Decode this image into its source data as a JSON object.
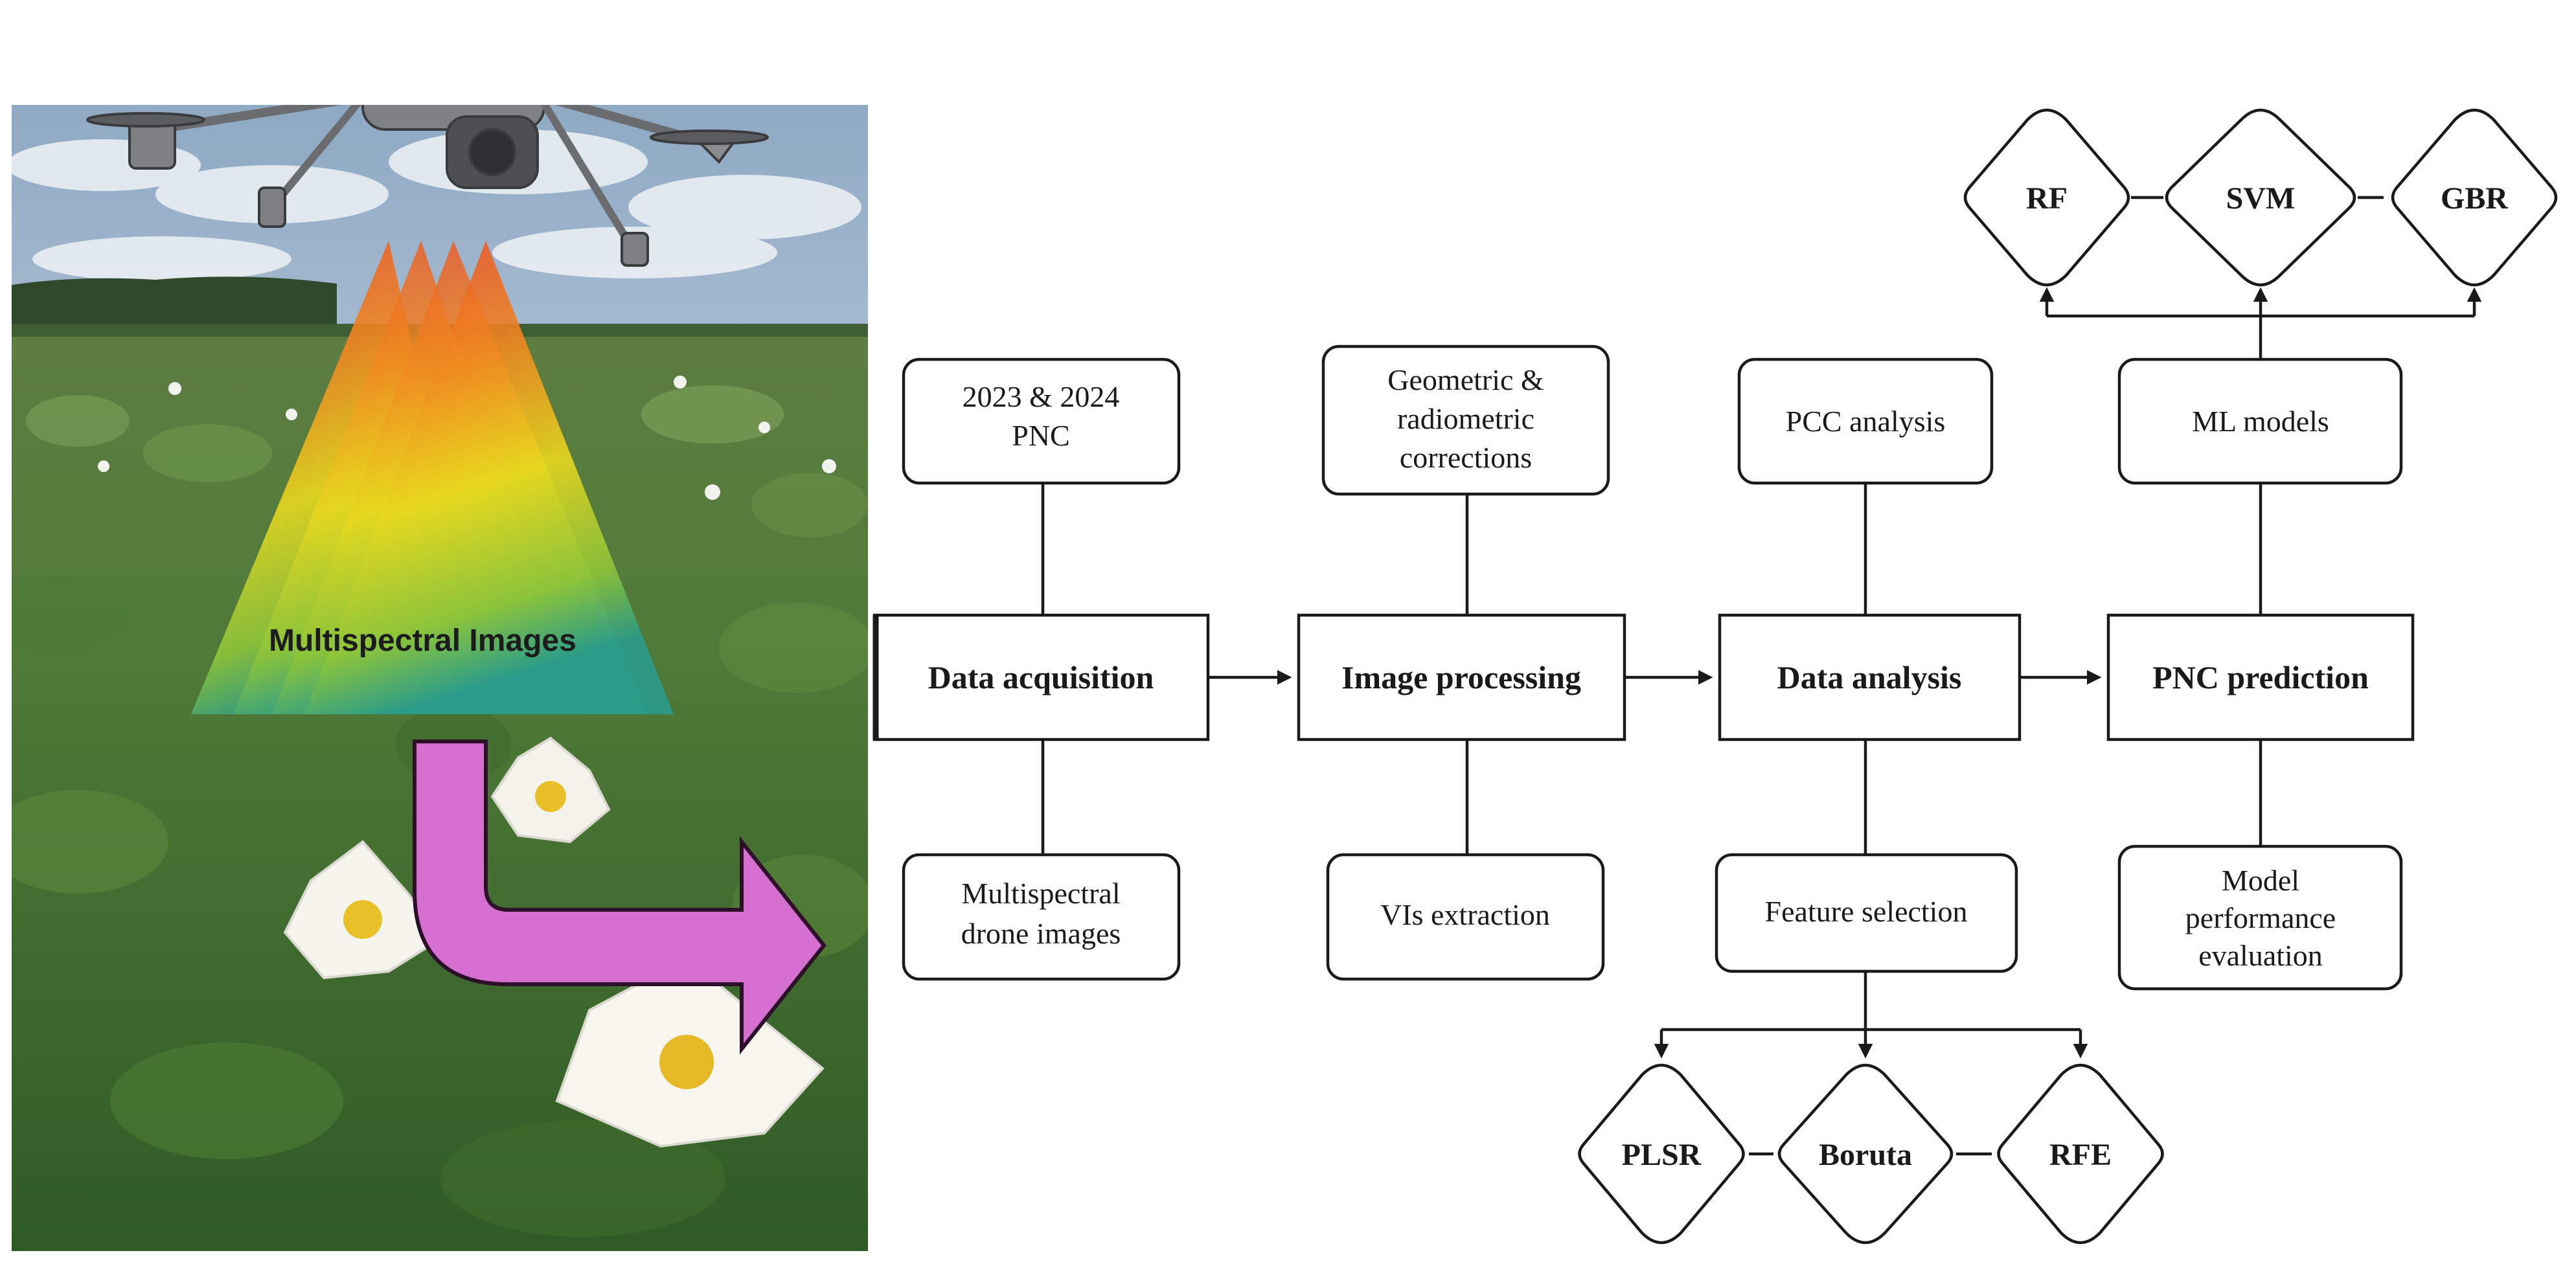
{
  "photo": {
    "scene": "drone-over-potato-field",
    "overlay_label": "Multispectral Images"
  },
  "flow": {
    "main": [
      {
        "id": "acq",
        "label": "Data acquisition"
      },
      {
        "id": "proc",
        "label": "Image processing"
      },
      {
        "id": "anal",
        "label": "Data analysis"
      },
      {
        "id": "pred",
        "label": "PNC prediction"
      }
    ],
    "top": [
      {
        "id": "t_acq",
        "lines": [
          "2023 & 2024",
          "PNC"
        ]
      },
      {
        "id": "t_proc",
        "lines": [
          "Geometric &",
          "radiometric",
          "corrections"
        ]
      },
      {
        "id": "t_anal",
        "lines": [
          "PCC analysis"
        ]
      },
      {
        "id": "t_pred",
        "lines": [
          "ML models"
        ]
      }
    ],
    "bottom": [
      {
        "id": "b_acq",
        "lines": [
          "Multispectral",
          "drone images"
        ]
      },
      {
        "id": "b_proc",
        "lines": [
          "VIs extraction"
        ]
      },
      {
        "id": "b_anal",
        "lines": [
          "Feature selection"
        ]
      },
      {
        "id": "b_pred",
        "lines": [
          "Model",
          "performance",
          "evaluation"
        ]
      }
    ],
    "models": [
      "RF",
      "SVM",
      "GBR"
    ],
    "selectors": [
      "PLSR",
      "Boruta",
      "RFE"
    ]
  },
  "colors": {
    "stroke": "#1a1a1a",
    "arrow_magenta": "#d56fd0",
    "beam_top": "#e8572a",
    "beam_mid": "#f0d020",
    "beam_bottom": "#2aa38a"
  }
}
